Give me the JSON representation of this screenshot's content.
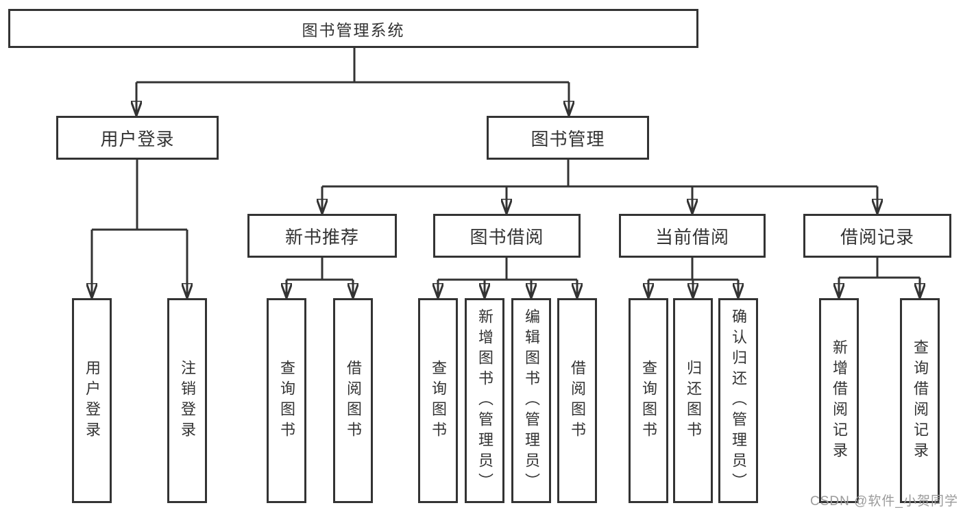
{
  "nodes": {
    "root": "图书管理系统",
    "user_login": "用户登录",
    "book_mgmt": "图书管理",
    "new_book_rec": "新书推荐",
    "book_borrow": "图书借阅",
    "current_borrow": "当前借阅",
    "borrow_records": "借阅记录",
    "leaf_user_login": "用户登录",
    "leaf_logout": "注销登录",
    "leaf_nbr_query_books": "查询图书",
    "leaf_nbr_borrow_books": "借阅图书",
    "leaf_bb_query_books": "查询图书",
    "leaf_bb_add_books": "新增图书（管理员）",
    "leaf_bb_edit_books": "编辑图书（管理员）",
    "leaf_bb_borrow_books": "借阅图书",
    "leaf_cb_query_books": "查询图书",
    "leaf_cb_return_books": "归还图书",
    "leaf_cb_confirm_return": "确认归还（管理员）",
    "leaf_br_add_record": "新增借阅记录",
    "leaf_br_query_record": "查询借阅记录"
  },
  "watermark": "CSDN @软件_小贺同学",
  "colors": {
    "line": "#333333",
    "text": "#333333",
    "watermark_text": "#9b9b9b",
    "background": "#ffffff"
  }
}
